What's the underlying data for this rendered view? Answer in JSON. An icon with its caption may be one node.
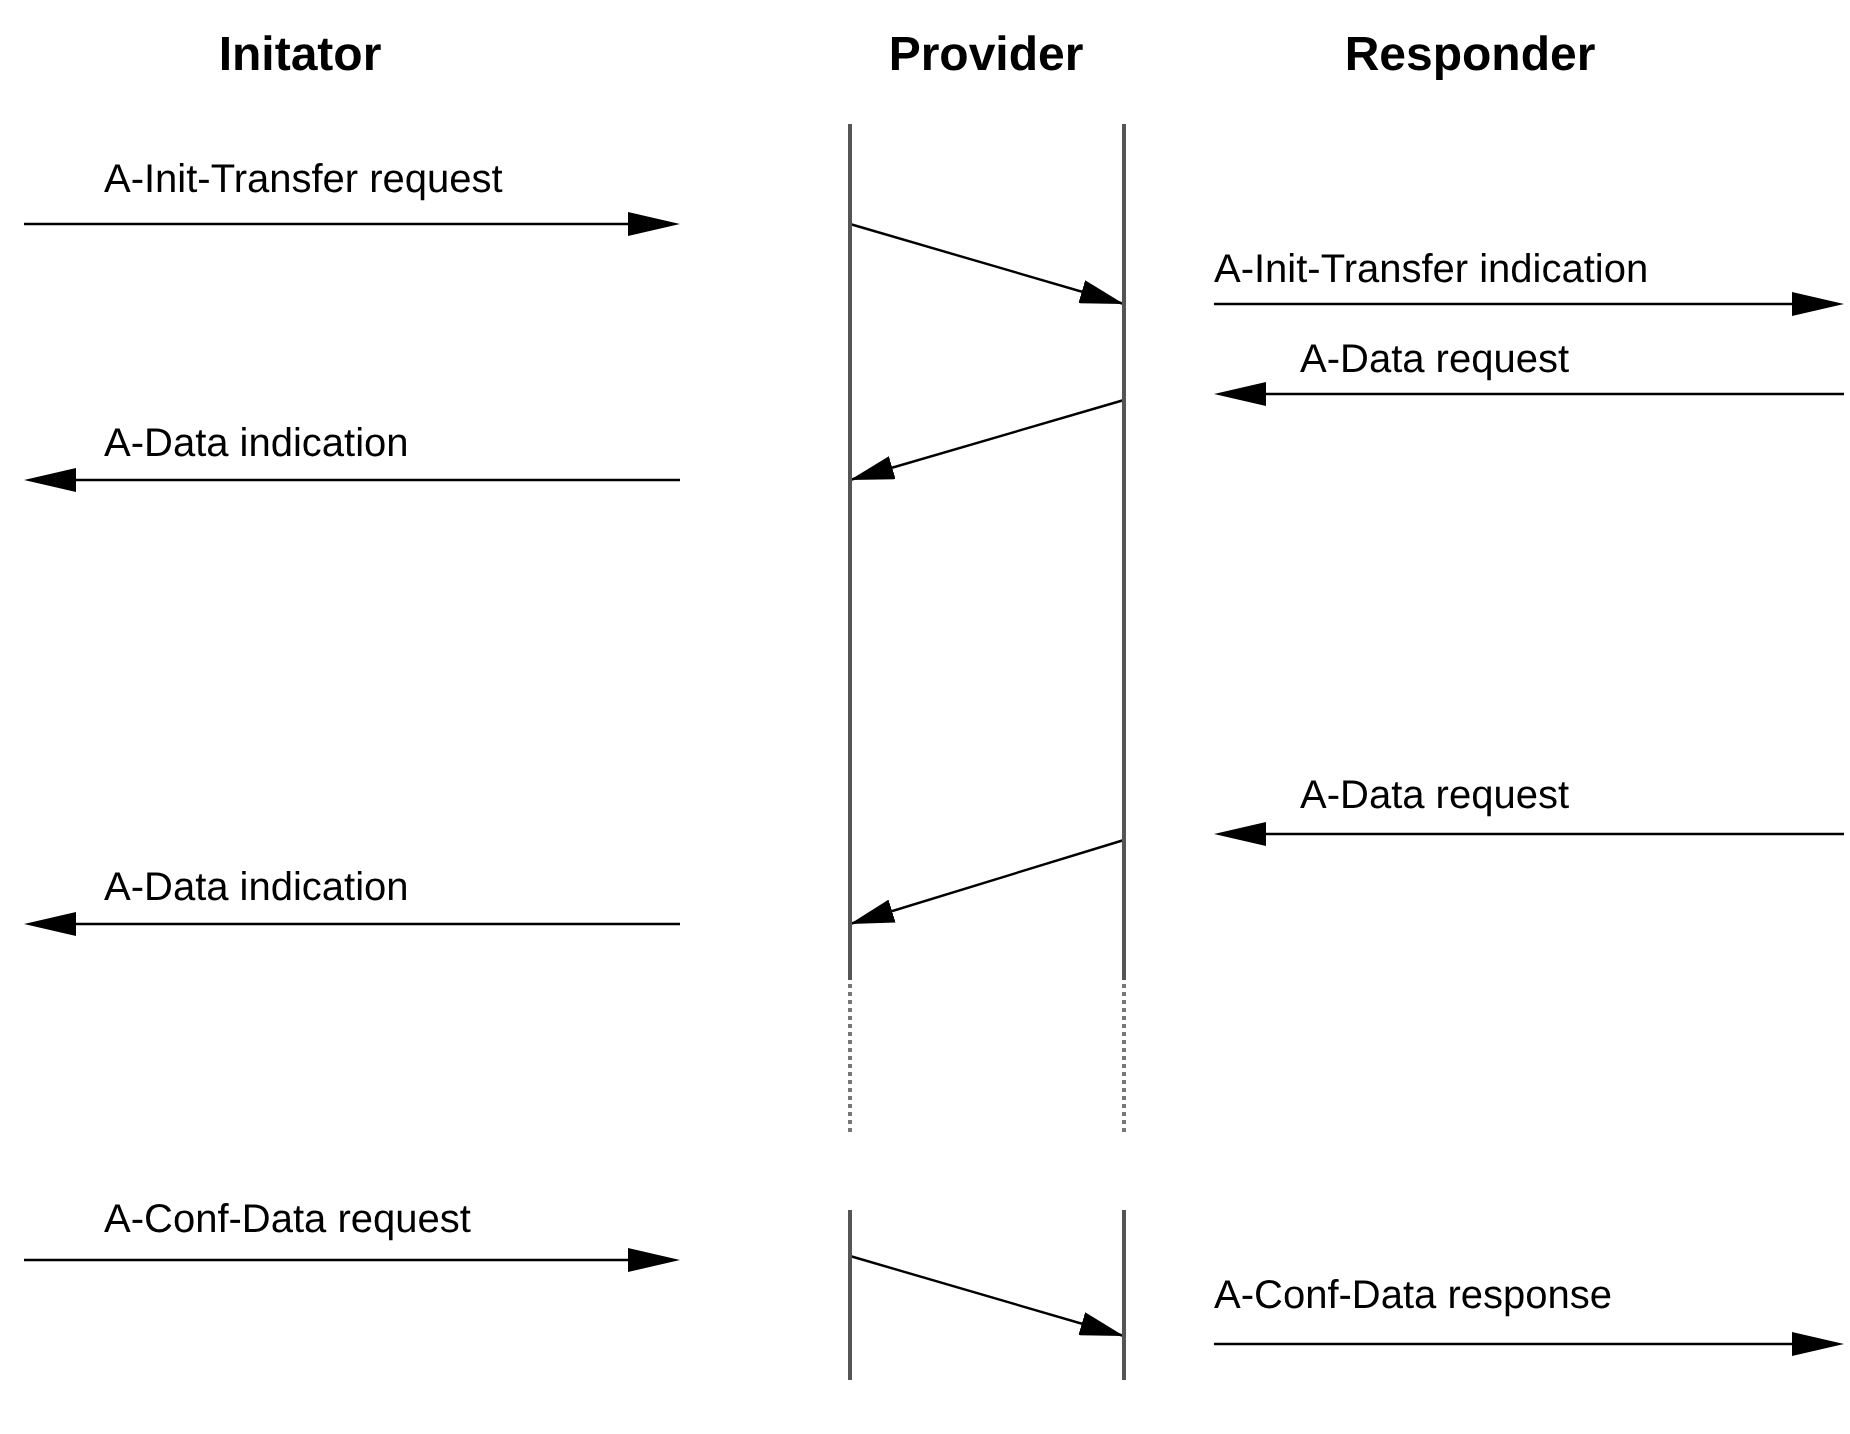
{
  "diagram": {
    "nodes": [
      {
        "text": [],
        "shape": "bar"
      },
      {
        "text": [],
        "shape": "bar"
      }
    ],
    "edges": [
      {
        "from": 0,
        "to": 1,
        "arrow": "to"
      },
      {
        "from": 1,
        "to": 0,
        "arrow": "to"
      },
      {
        "from": 1,
        "to": 0,
        "arrow": "to"
      },
      {
        "from": 0,
        "to": 1,
        "arrow": "to"
      }
    ],
    "labels": [
      "Initator",
      "Provider",
      "Responder",
      "A-Init-Transfer request",
      "A-Init-Transfer indication",
      "A-Data request",
      "A-Data indication",
      "A-Data request",
      "A-Data indication",
      "A-Conf-Data request",
      "A-Conf-Data response"
    ]
  }
}
